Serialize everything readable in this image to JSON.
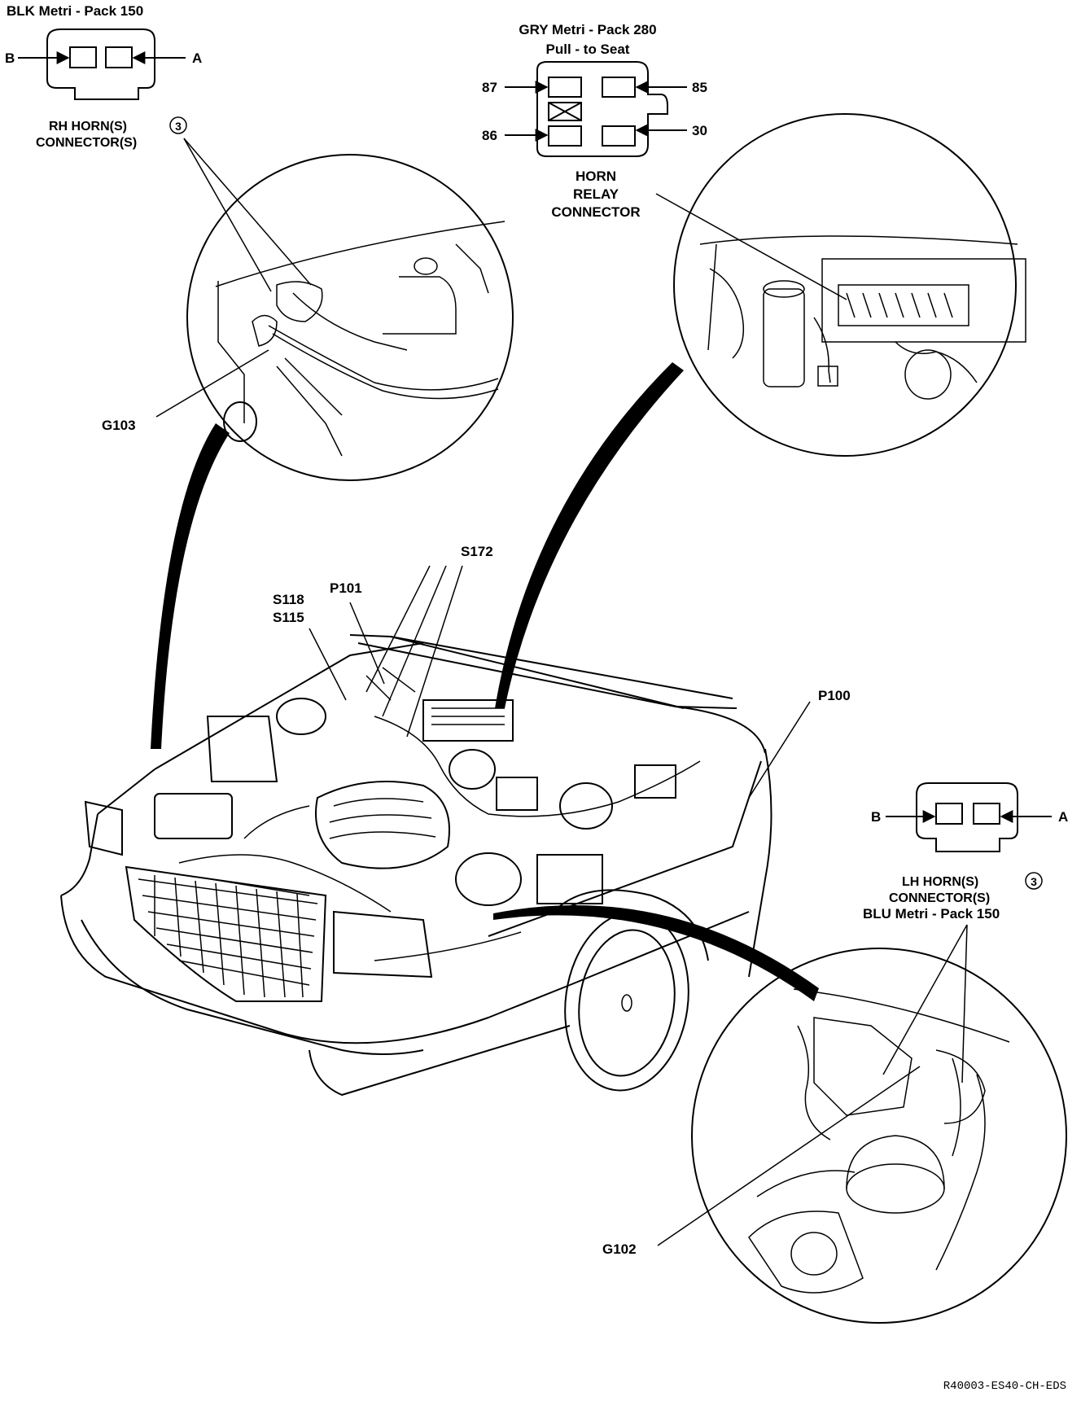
{
  "rh_horn": {
    "header": "BLK Metri - Pack 150",
    "pin_b": "B",
    "pin_a": "A",
    "label_line1": "RH HORN(S)",
    "label_line2": "CONNECTOR(S)",
    "note_number": "3",
    "ground": "G103"
  },
  "horn_relay": {
    "header_line1": "GRY Metri - Pack 280",
    "header_line2": "Pull - to Seat",
    "pin_87": "87",
    "pin_86": "86",
    "pin_85": "85",
    "pin_30": "30",
    "label_line1": "HORN",
    "label_line2": "RELAY",
    "label_line3": "CONNECTOR"
  },
  "lh_horn": {
    "pin_b": "B",
    "pin_a": "A",
    "label_line1": "LH HORN(S)",
    "label_line2": "CONNECTOR(S)",
    "header": "BLU Metri - Pack 150",
    "note_number": "3",
    "ground": "G102"
  },
  "engine_callouts": {
    "s172": "S172",
    "p101": "P101",
    "s118": "S118",
    "s115": "S115",
    "p100": "P100"
  },
  "figure_code": "R40003-ES40-CH-EDS"
}
